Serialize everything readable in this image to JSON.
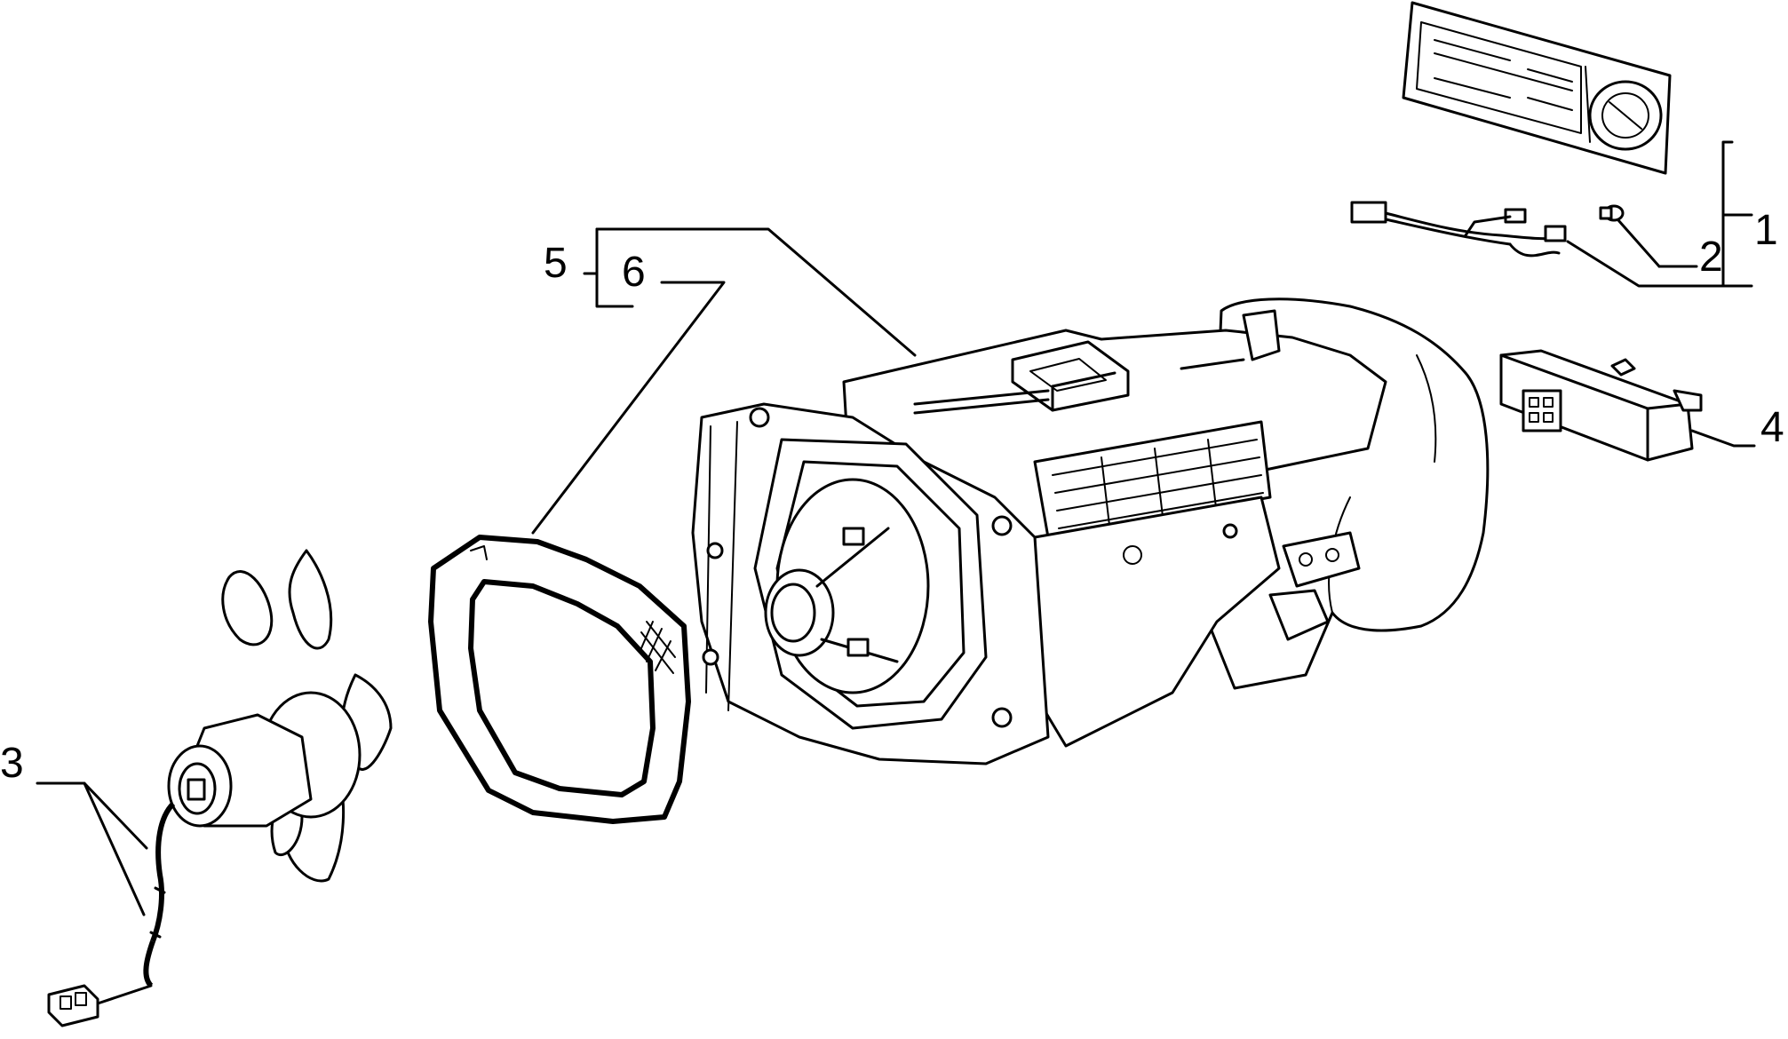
{
  "callouts": {
    "c1": "1",
    "c2": "2",
    "c3": "3",
    "c4": "4",
    "c5": "5",
    "c6": "6"
  },
  "parts": [
    {
      "id": "control-panel",
      "callout": null
    },
    {
      "id": "wiring-harness",
      "callout": "1"
    },
    {
      "id": "bulb",
      "callout": "2"
    },
    {
      "id": "blower-motor-with-fan",
      "callout": "3"
    },
    {
      "id": "resistor",
      "callout": "4"
    },
    {
      "id": "heater-housing",
      "callout": "5"
    },
    {
      "id": "seal-gasket",
      "callout": "6"
    }
  ]
}
